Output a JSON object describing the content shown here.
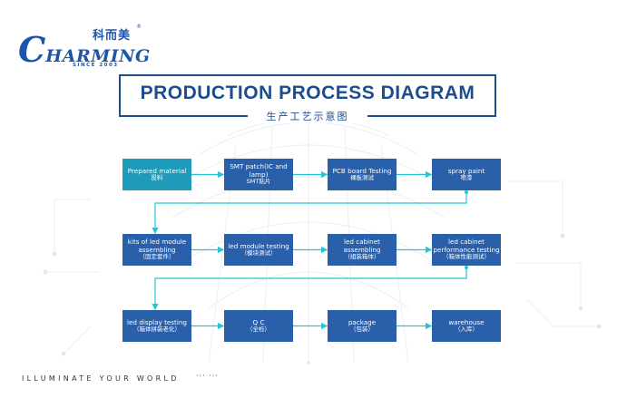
{
  "logo": {
    "chinese": "科而美",
    "reg_mark": "®",
    "initial": "C",
    "name": "HARMING",
    "since": "SINCE 2003"
  },
  "title": "PRODUCTION PROCESS DIAGRAM",
  "subtitle": "生产工艺示意图",
  "steps": [
    {
      "en": "Prepared material",
      "cn": "投料",
      "highlight": true
    },
    {
      "en": "SMT patch(IC and lamp)",
      "cn": "SMT贴片"
    },
    {
      "en": "PCB board Testing",
      "cn": "裸板测试"
    },
    {
      "en": "spray paint",
      "cn": "喷漆"
    },
    {
      "en": "kits of led module assembling",
      "cn": "（固定套件）"
    },
    {
      "en": "led module testing",
      "cn": "（模块测试）"
    },
    {
      "en": "led cabinet assembling",
      "cn": "（组装箱体）"
    },
    {
      "en": "led cabinet performance testing",
      "cn": "（箱体性能测试）"
    },
    {
      "en": "led display testing",
      "cn": "（箱体拼装老化）"
    },
    {
      "en": "Q C",
      "cn": "（全检）"
    },
    {
      "en": "package",
      "cn": "（包装）"
    },
    {
      "en": "warehouse",
      "cn": "（入库）"
    }
  ],
  "colors": {
    "box": "#2a5fa9",
    "highlight_box": "#1f9ab8",
    "title": "#1d4c8f",
    "connector": "#23c6d6"
  },
  "footer": {
    "slogan": "ILLUMINATE YOUR WORLD",
    "dots": "···  ···"
  }
}
